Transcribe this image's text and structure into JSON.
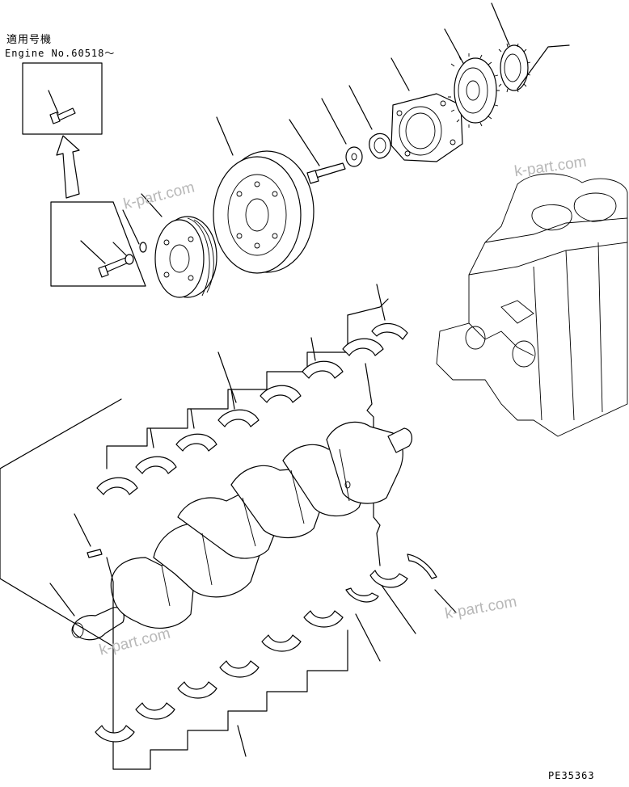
{
  "header": {
    "applicable_model_label": "適用号機",
    "engine_number_label": "Engine No.60518〜"
  },
  "footer": {
    "drawing_code": "PE35363"
  },
  "watermark": {
    "text": "k-part.com"
  }
}
